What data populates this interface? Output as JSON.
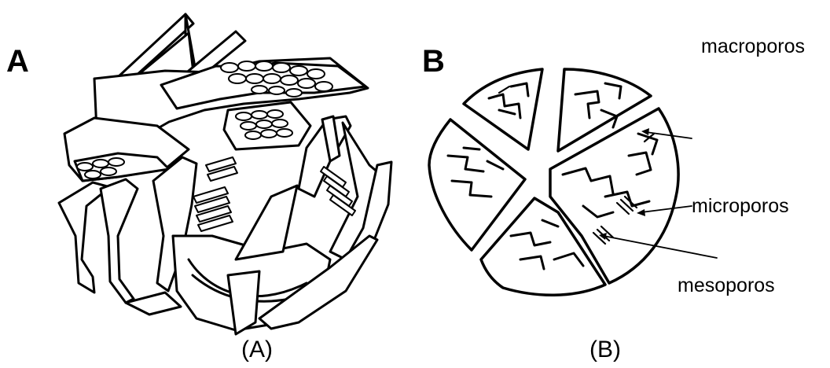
{
  "panel_a": {
    "letter": "A",
    "caption": "(A)"
  },
  "panel_b": {
    "letter": "B",
    "caption": "(B)",
    "labels": {
      "macro": "macroporos",
      "micro": "microporos",
      "meso": "mesoporos"
    }
  },
  "colors": {
    "line": "#000000",
    "background": "#ffffff"
  },
  "icons": [
    "crumpled-sheets-illustration",
    "porous-particle-illustration"
  ]
}
